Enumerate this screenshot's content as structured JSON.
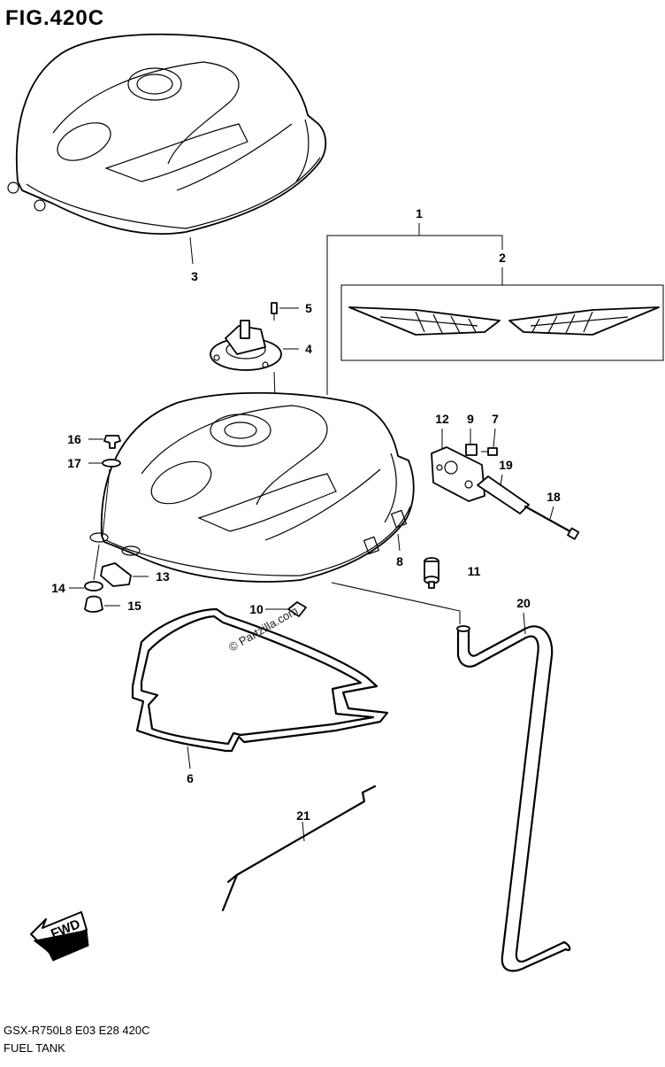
{
  "figure": {
    "title": "FIG.420C",
    "model_code": "GSX-R750L8  E03  E28  420C",
    "section_name": "FUEL TANK",
    "watermark": "© Partzilla.com",
    "fwd_label": "FWD"
  },
  "callouts": [
    {
      "id": "c1",
      "label": "1"
    },
    {
      "id": "c2",
      "label": "2"
    },
    {
      "id": "c3",
      "label": "3"
    },
    {
      "id": "c4",
      "label": "4"
    },
    {
      "id": "c5",
      "label": "5"
    },
    {
      "id": "c6",
      "label": "6"
    },
    {
      "id": "c7",
      "label": "7"
    },
    {
      "id": "c8",
      "label": "8"
    },
    {
      "id": "c9",
      "label": "9"
    },
    {
      "id": "c10",
      "label": "10"
    },
    {
      "id": "c11",
      "label": "11"
    },
    {
      "id": "c12",
      "label": "12"
    },
    {
      "id": "c13",
      "label": "13"
    },
    {
      "id": "c14",
      "label": "14"
    },
    {
      "id": "c15",
      "label": "15"
    },
    {
      "id": "c16",
      "label": "16"
    },
    {
      "id": "c17",
      "label": "17"
    },
    {
      "id": "c18",
      "label": "18"
    },
    {
      "id": "c19",
      "label": "19"
    },
    {
      "id": "c20",
      "label": "20"
    },
    {
      "id": "c21",
      "label": "21"
    }
  ]
}
